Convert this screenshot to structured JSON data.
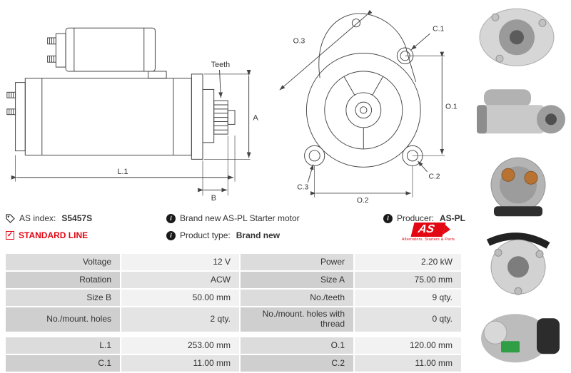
{
  "info": {
    "as_index": {
      "label": "AS index:",
      "value": "S5457S"
    },
    "standard_line": "STANDARD LINE",
    "brand_new": "Brand new AS-PL Starter motor",
    "product_type": {
      "label": "Product type:",
      "value": "Brand new"
    },
    "producer": {
      "label": "Producer:",
      "value": "AS-PL"
    }
  },
  "logo": {
    "text": "AS",
    "tagline": "Alternators. Starters & Parts"
  },
  "icons": {
    "info_glyph": "i",
    "check_glyph": "✓"
  },
  "diagram": {
    "side": {
      "teeth": "Teeth",
      "a": "A",
      "b": "B",
      "l1": "L.1"
    },
    "front": {
      "o3": "O.3",
      "c1": "C.1",
      "o1": "O.1",
      "c2": "C.2",
      "c3": "C.3",
      "o2": "O.2"
    }
  },
  "table": {
    "rows": [
      {
        "label1": "Voltage",
        "value1": "12 V",
        "label2": "Power",
        "value2": "2.20 kW"
      },
      {
        "label1": "Rotation",
        "value1": "ACW",
        "label2": "Size A",
        "value2": "75.00 mm"
      },
      {
        "label1": "Size B",
        "value1": "50.00 mm",
        "label2": "No./teeth",
        "value2": "9 qty."
      },
      {
        "label1": "No./mount. holes",
        "value1": "2 qty.",
        "label2": "No./mount. holes with thread",
        "value2": "0 qty."
      },
      {
        "label1": "L.1",
        "value1": "253.00 mm",
        "label2": "O.1",
        "value2": "120.00 mm"
      },
      {
        "label1": "C.1",
        "value1": "11.00 mm",
        "label2": "C.2",
        "value2": "11.00 mm"
      }
    ]
  },
  "colors": {
    "accent_red": "#e30613"
  }
}
